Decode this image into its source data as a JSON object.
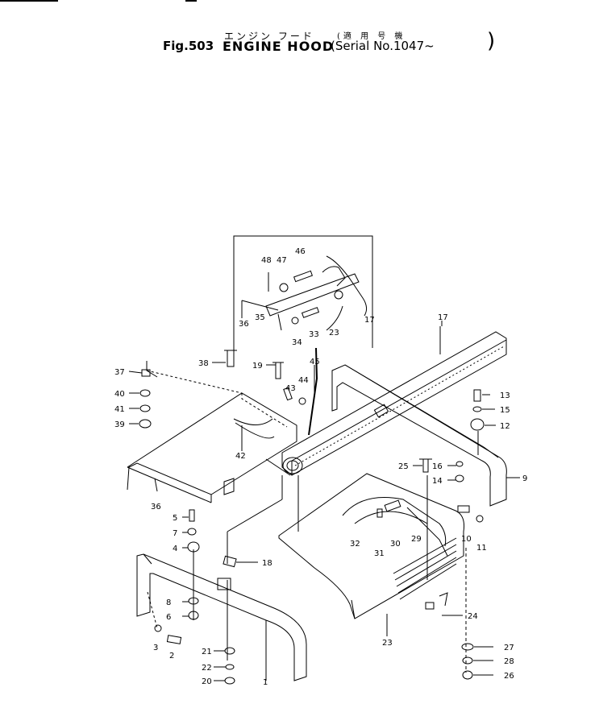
{
  "header": {
    "figure_number": "Fig.503",
    "title_jp": "エンジン フード",
    "serial_jp": "(適 用 号 機",
    "title_en": "ENGINE HOOD",
    "serial_en": "(Serial No.1047~",
    "serial_close": ")"
  },
  "callouts": [
    "1",
    "2",
    "3",
    "4",
    "5",
    "6",
    "7",
    "8",
    "9",
    "10",
    "11",
    "12",
    "13",
    "14",
    "15",
    "16",
    "17",
    "18",
    "19",
    "20",
    "21",
    "22",
    "23",
    "24",
    "25",
    "26",
    "27",
    "28",
    "29",
    "30",
    "31",
    "32",
    "33",
    "34",
    "35",
    "36",
    "37",
    "38",
    "39",
    "40",
    "41",
    "42",
    "43",
    "44",
    "45",
    "46",
    "47",
    "48"
  ],
  "inset_callouts": [
    "48",
    "47",
    "46",
    "36",
    "35",
    "34",
    "33",
    "23",
    "17"
  ]
}
